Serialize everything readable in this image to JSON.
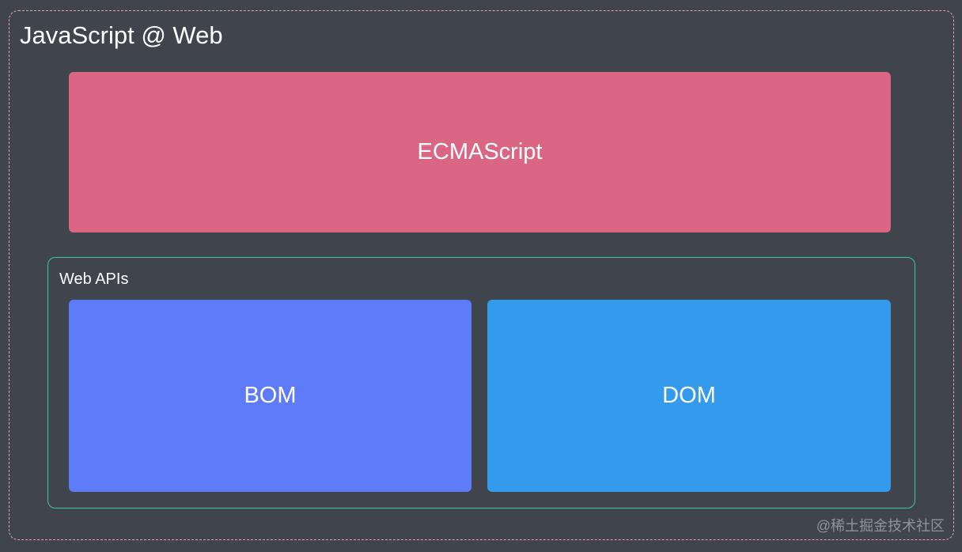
{
  "diagram": {
    "title": "JavaScript @ Web",
    "ecmascript": {
      "label": "ECMAScript",
      "color": "#db6684"
    },
    "web_apis": {
      "label": "Web APIs",
      "border_color": "#3cc99a",
      "bom": {
        "label": "BOM",
        "color": "#5e7bf9"
      },
      "dom": {
        "label": "DOM",
        "color": "#349bec"
      }
    },
    "outer_border_color": "#e6a3a7",
    "background": "#40444c"
  },
  "watermark": "@稀土掘金技术社区"
}
